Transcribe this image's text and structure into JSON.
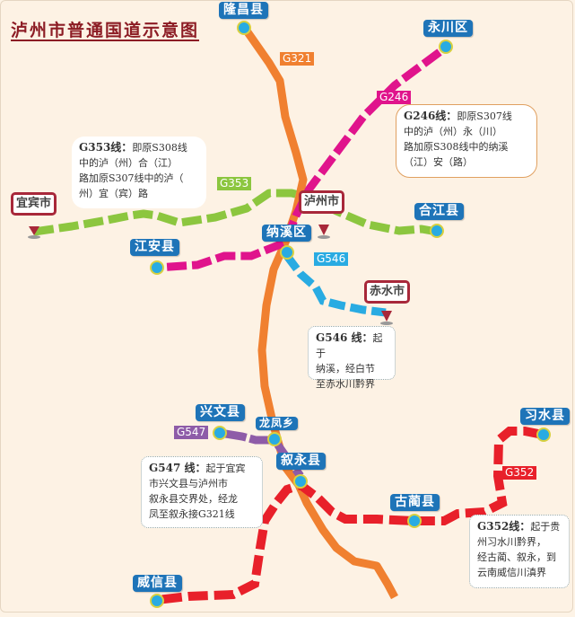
{
  "title": "泸州市普通国道示意图",
  "places": {
    "longchang": "隆昌县",
    "yongchuan": "永川区",
    "luzhou": "泸州市",
    "yibin": "宜宾市",
    "hejiang": "合江县",
    "naxi": "纳溪区",
    "jiangan": "江安县",
    "chishui": "赤水市",
    "xingwen": "兴文县",
    "longfeng": "龙凤乡",
    "xuyong": "叙永县",
    "xishui": "习水县",
    "gulin": "古蔺县",
    "weixin": "威信县"
  },
  "routes": {
    "g321": {
      "label": "G321",
      "color": "#f08030"
    },
    "g246": {
      "label": "G246",
      "color": "#e0148c"
    },
    "g353": {
      "label": "G353",
      "color": "#8cc63f"
    },
    "g546": {
      "label": "G546",
      "color": "#29abe2"
    },
    "g547": {
      "label": "G547",
      "color": "#8e5ca8"
    },
    "g352": {
      "label": "G352",
      "color": "#e8202a"
    }
  },
  "notes": {
    "g246": {
      "head": "G246线：",
      "lines": [
        "即原S307线",
        "中的泸（州）永（川）",
        "路加原S308线中的纳溪",
        "（江）安（路）"
      ]
    },
    "g353": {
      "head": "G353线：",
      "lines": [
        "即原S308线",
        "中的泸（州）合（江）",
        "路加原S307线中的泸（",
        "州）宜（宾）路"
      ]
    },
    "g546": {
      "head": "G546 线：",
      "lines": [
        "起于",
        "纳溪，经白节",
        "至赤水川黔界"
      ]
    },
    "g547": {
      "head": "G547 线：",
      "lines": [
        "起于宜宾",
        "市兴文县与泸州市",
        "叙永县交界处，经龙",
        "凤至叙永接G321线"
      ]
    },
    "g352": {
      "head": "G352线：",
      "lines": [
        "起于贵",
        "州习水川黔界，",
        "经古蔺、叙永，到",
        "云南威信川滇界"
      ]
    }
  }
}
